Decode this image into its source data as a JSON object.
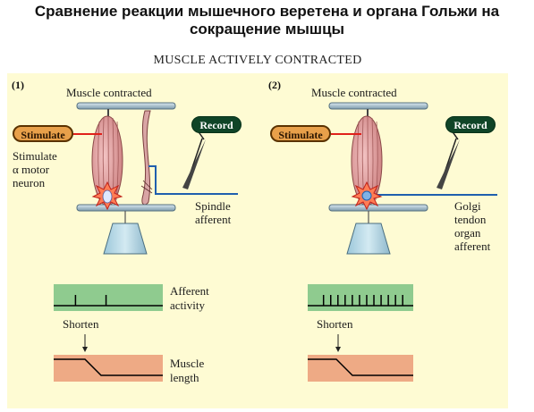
{
  "slide_title": "Сравнение реакции мышечного веретена и органа Гольжи на сокращение мышцы",
  "figure_header": "MUSCLE ACTIVELY CONTRACTED",
  "panel1": {
    "number": "(1)",
    "muscle_label": "Muscle contracted",
    "stimulate_badge": "Stimulate",
    "stimulate_text": [
      "Stimulate",
      "α motor",
      "neuron"
    ],
    "record_badge": "Record",
    "afferent_label": [
      "Spindle",
      "afferent"
    ],
    "afferent_activity_label": [
      "Afferent",
      "activity"
    ],
    "shorten_label": "Shorten",
    "muscle_length_label": [
      "Muscle",
      "length"
    ],
    "spike_count": 2
  },
  "panel2": {
    "number": "(2)",
    "muscle_label": "Muscle contracted",
    "stimulate_badge": "Stimulate",
    "record_badge": "Record",
    "afferent_label": [
      "Golgi",
      "tendon",
      "organ",
      "afferent"
    ],
    "shorten_label": "Shorten",
    "spike_count": 12
  },
  "colors": {
    "background": "#fefbd3",
    "activity_trace_bg": "#8fcb8f",
    "length_trace_bg": "#eeaa85",
    "stimulate_fill": "#e8a04a",
    "record_fill": "#0f4427",
    "nerve_blue": "#1f5fae",
    "motor_red": "#e0201a",
    "muscle_pink": "#e6a5a5",
    "weight_blue": "#b9d9e6"
  }
}
